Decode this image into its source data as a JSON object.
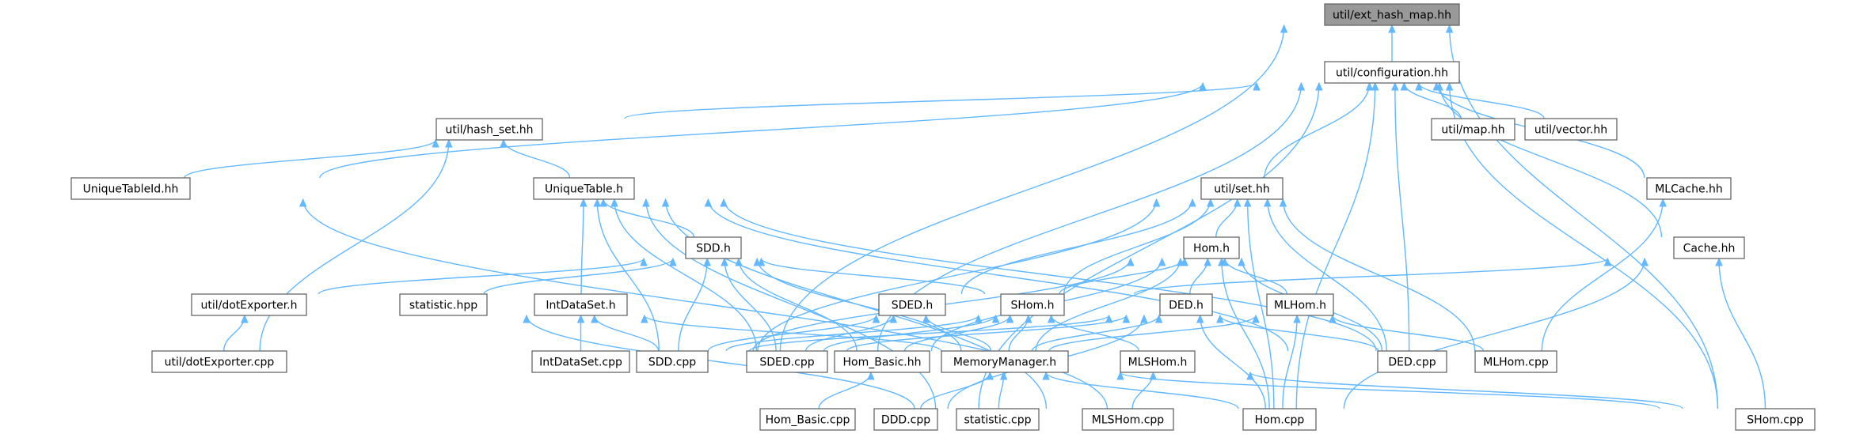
{
  "diagram": {
    "nodes": [
      {
        "id": "ext_hash_map",
        "label": "util/ext_hash_map.hh",
        "root": true
      },
      {
        "id": "configuration",
        "label": "util/configuration.hh"
      },
      {
        "id": "hash_set",
        "label": "util/hash_set.hh"
      },
      {
        "id": "map",
        "label": "util/map.hh"
      },
      {
        "id": "vector",
        "label": "util/vector.hh"
      },
      {
        "id": "UniqueTableId",
        "label": "UniqueTableId.hh"
      },
      {
        "id": "UniqueTable",
        "label": "UniqueTable.h"
      },
      {
        "id": "set",
        "label": "util/set.hh"
      },
      {
        "id": "MLCache",
        "label": "MLCache.hh"
      },
      {
        "id": "SDD_h",
        "label": "SDD.h"
      },
      {
        "id": "Hom_h",
        "label": "Hom.h"
      },
      {
        "id": "Cache",
        "label": "Cache.hh"
      },
      {
        "id": "dotExporter_h",
        "label": "util/dotExporter.h"
      },
      {
        "id": "statistic_hpp",
        "label": "statistic.hpp"
      },
      {
        "id": "IntDataSet_h",
        "label": "IntDataSet.h"
      },
      {
        "id": "SDED_h",
        "label": "SDED.h"
      },
      {
        "id": "SHom_h",
        "label": "SHom.h"
      },
      {
        "id": "DED_h",
        "label": "DED.h"
      },
      {
        "id": "MLHom_h",
        "label": "MLHom.h"
      },
      {
        "id": "dotExporter_cpp",
        "label": "util/dotExporter.cpp"
      },
      {
        "id": "IntDataSet_cpp",
        "label": "IntDataSet.cpp"
      },
      {
        "id": "SDD_cpp",
        "label": "SDD.cpp"
      },
      {
        "id": "SDED_cpp",
        "label": "SDED.cpp"
      },
      {
        "id": "Hom_Basic_hh",
        "label": "Hom_Basic.hh"
      },
      {
        "id": "MemoryManager",
        "label": "MemoryManager.h"
      },
      {
        "id": "MLSHom_h",
        "label": "MLSHom.h"
      },
      {
        "id": "DED_cpp",
        "label": "DED.cpp"
      },
      {
        "id": "MLHom_cpp",
        "label": "MLHom.cpp"
      },
      {
        "id": "Hom_Basic_cpp",
        "label": "Hom_Basic.cpp"
      },
      {
        "id": "DDD_cpp",
        "label": "DDD.cpp"
      },
      {
        "id": "statistic_cpp",
        "label": "statistic.cpp"
      },
      {
        "id": "MLSHom_cpp",
        "label": "MLSHom.cpp"
      },
      {
        "id": "Hom_cpp",
        "label": "Hom.cpp"
      },
      {
        "id": "SHom_cpp",
        "label": "SHom.cpp"
      }
    ],
    "edges": [
      [
        "configuration",
        "ext_hash_map"
      ],
      [
        "SDD_cpp",
        "ext_hash_map"
      ],
      [
        "SHom_cpp",
        "ext_hash_map"
      ],
      [
        "hash_set",
        "configuration"
      ],
      [
        "map",
        "configuration"
      ],
      [
        "vector",
        "configuration"
      ],
      [
        "UniqueTableId",
        "configuration"
      ],
      [
        "set",
        "configuration"
      ],
      [
        "MLCache",
        "configuration"
      ],
      [
        "Cache",
        "configuration"
      ],
      [
        "SDED_cpp",
        "configuration"
      ],
      [
        "DED_cpp",
        "configuration"
      ],
      [
        "Hom_cpp",
        "configuration"
      ],
      [
        "SHom_cpp",
        "configuration"
      ],
      [
        "DDD_cpp",
        "configuration"
      ],
      [
        "UniqueTableId",
        "hash_set"
      ],
      [
        "UniqueTable",
        "hash_set"
      ],
      [
        "dotExporter_cpp",
        "hash_set"
      ],
      [
        "MLHom_cpp",
        "MLCache"
      ],
      [
        "Hom_cpp",
        "UniqueTableId"
      ],
      [
        "SDD_h",
        "UniqueTable"
      ],
      [
        "IntDataSet_h",
        "UniqueTable"
      ],
      [
        "SDD_cpp",
        "UniqueTable"
      ],
      [
        "SDED_cpp",
        "UniqueTable"
      ],
      [
        "DED_cpp",
        "UniqueTable"
      ],
      [
        "MLHom_cpp",
        "UniqueTable"
      ],
      [
        "statistic_cpp",
        "UniqueTable"
      ],
      [
        "MLSHom_cpp",
        "UniqueTable"
      ],
      [
        "Hom_h",
        "set"
      ],
      [
        "SDED_h",
        "set"
      ],
      [
        "SHom_h",
        "set"
      ],
      [
        "SDD_cpp",
        "set"
      ],
      [
        "DED_cpp",
        "set"
      ],
      [
        "MLHom_cpp",
        "set"
      ],
      [
        "Hom_cpp",
        "set"
      ],
      [
        "SHom_h",
        "Cache"
      ],
      [
        "Hom_cpp",
        "Cache"
      ],
      [
        "SHom_cpp",
        "Cache"
      ],
      [
        "dotExporter_h",
        "SDD_h"
      ],
      [
        "statistic_hpp",
        "SDD_h"
      ],
      [
        "SHom_h",
        "SDD_h"
      ],
      [
        "SDD_cpp",
        "SDD_h"
      ],
      [
        "SDED_cpp",
        "SDD_h"
      ],
      [
        "Hom_Basic_hh",
        "SDD_h"
      ],
      [
        "MemoryManager",
        "SDD_h"
      ],
      [
        "SHom_h",
        "Hom_h"
      ],
      [
        "DED_h",
        "Hom_h"
      ],
      [
        "MLHom_h",
        "Hom_h"
      ],
      [
        "Hom_Basic_hh",
        "Hom_h"
      ],
      [
        "MemoryManager",
        "Hom_h"
      ],
      [
        "DED_cpp",
        "Hom_h"
      ],
      [
        "Hom_cpp",
        "Hom_h"
      ],
      [
        "SDD_cpp",
        "Hom_h"
      ],
      [
        "dotExporter_cpp",
        "dotExporter_h"
      ],
      [
        "statistic_cpp",
        "statistic_hpp"
      ],
      [
        "IntDataSet_cpp",
        "IntDataSet_h"
      ],
      [
        "SDD_cpp",
        "IntDataSet_h"
      ],
      [
        "MemoryManager",
        "IntDataSet_h"
      ],
      [
        "SDD_cpp",
        "SDED_h"
      ],
      [
        "SDED_cpp",
        "SDED_h"
      ],
      [
        "MemoryManager",
        "SDED_h"
      ],
      [
        "SDD_cpp",
        "SHom_h"
      ],
      [
        "SDED_cpp",
        "SHom_h"
      ],
      [
        "Hom_Basic_hh",
        "SHom_h"
      ],
      [
        "MemoryManager",
        "SHom_h"
      ],
      [
        "MLSHom_h",
        "SHom_h"
      ],
      [
        "SDD_cpp",
        "DED_h"
      ],
      [
        "SDED_cpp",
        "DED_h"
      ],
      [
        "MemoryManager",
        "DED_h"
      ],
      [
        "DED_cpp",
        "DED_h"
      ],
      [
        "Hom_cpp",
        "DED_h"
      ],
      [
        "DDD_cpp",
        "DED_h"
      ],
      [
        "MemoryManager",
        "MLHom_h"
      ],
      [
        "MLHom_cpp",
        "MLHom_h"
      ],
      [
        "Hom_cpp",
        "MLHom_h"
      ],
      [
        "Hom_Basic_cpp",
        "Hom_Basic_hh"
      ],
      [
        "DDD_cpp",
        "MemoryManager"
      ],
      [
        "statistic_cpp",
        "MemoryManager"
      ],
      [
        "Hom_cpp",
        "MemoryManager"
      ],
      [
        "SHom_cpp",
        "MemoryManager"
      ],
      [
        "MLSHom_cpp",
        "MLSHom_h"
      ],
      [
        "SHom_cpp",
        "MLSHom_h"
      ]
    ]
  }
}
